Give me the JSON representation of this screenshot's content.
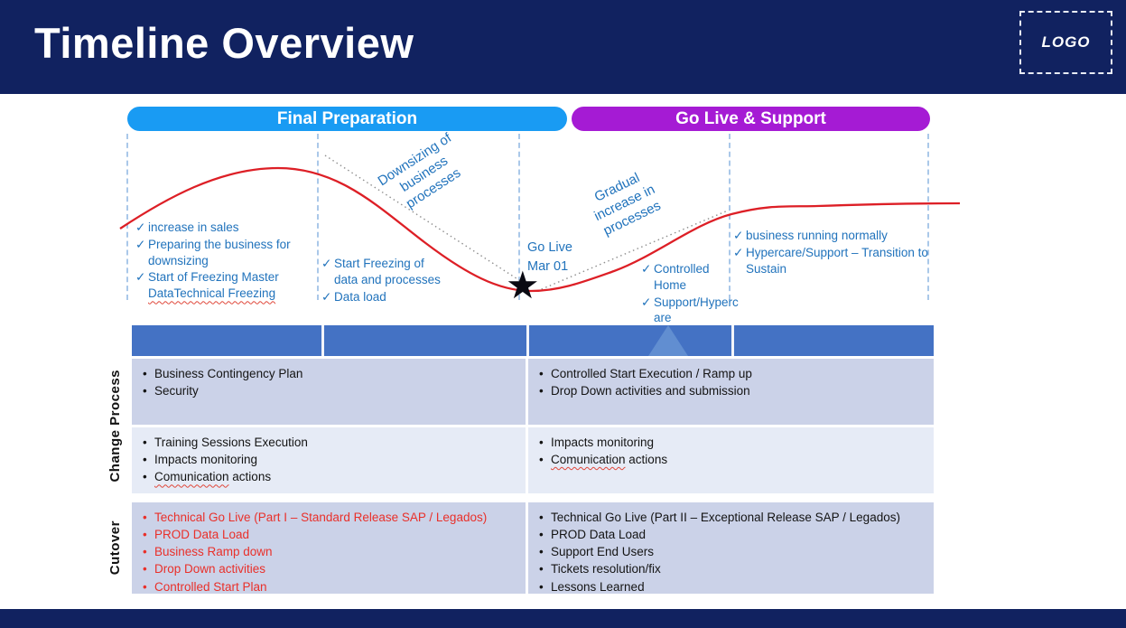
{
  "header": {
    "title": "Timeline Overview",
    "logo_label": "LOGO"
  },
  "colors": {
    "navy": "#112260",
    "banner_blue": "#199bf3",
    "banner_purple": "#a51bd4",
    "table_header_blue": "#4472c4",
    "row_dark": "#cbd2e8",
    "row_light": "#e6ebf6",
    "annotation_blue": "#2173bc",
    "curve_red": "#dd1f26",
    "alert_red": "#e9302a"
  },
  "phases": [
    {
      "label": "Final Preparation"
    },
    {
      "label": "Go Live & Support"
    }
  ],
  "chart": {
    "milestone": {
      "label": "Go Live Mar 01",
      "star_icon": "★"
    },
    "slope_labels": [
      {
        "text": "Downsizing of business processes"
      },
      {
        "text": "Gradual increase in processes"
      }
    ],
    "annotation_blocks": [
      {
        "items": [
          {
            "t": "increase in sales"
          },
          {
            "t": "Preparing the business for downsizing"
          },
          {
            "t": "Start of Freezing Master ",
            "w": "DataTechnical Freezing"
          }
        ]
      },
      {
        "items": [
          {
            "t": "Start Freezing of data and processes"
          },
          {
            "t": "Data load"
          }
        ]
      },
      {
        "items": [
          {
            "t": "Controlled Home"
          },
          {
            "t": "Support/Hypercare"
          }
        ]
      },
      {
        "items": [
          {
            "t": "business running normally"
          },
          {
            "t": "Hypercare/Support – Transition to Sustain"
          }
        ]
      }
    ]
  },
  "table": {
    "row_groups": [
      {
        "label": "Change Process"
      },
      {
        "label": "Cutover"
      }
    ],
    "rows": [
      {
        "left": {
          "items": [
            "Business Contingency Plan",
            "Security"
          ]
        },
        "right": {
          "items": [
            "Controlled Start Execution / Ramp up",
            "Drop Down activities and submission"
          ]
        }
      },
      {
        "left": {
          "items": [
            "Training Sessions Execution",
            "Impacts monitoring",
            {
              "w": "Comunication",
              "t2": " actions"
            }
          ]
        },
        "right": {
          "items": [
            "Impacts monitoring",
            {
              "w": "Comunication",
              "t2": " actions"
            }
          ]
        }
      },
      {
        "left": {
          "red": true,
          "items": [
            "Technical Go Live (Part I – Standard Release SAP / Legados)",
            "PROD Data Load",
            "Business Ramp down",
            "Drop Down activities",
            "Controlled Start Plan"
          ]
        },
        "right": {
          "items": [
            "Technical Go Live (Part II – Exceptional Release SAP / Legados)",
            "PROD Data Load",
            "Support End Users",
            "Tickets resolution/fix",
            "Lessons Learned"
          ]
        }
      }
    ]
  }
}
